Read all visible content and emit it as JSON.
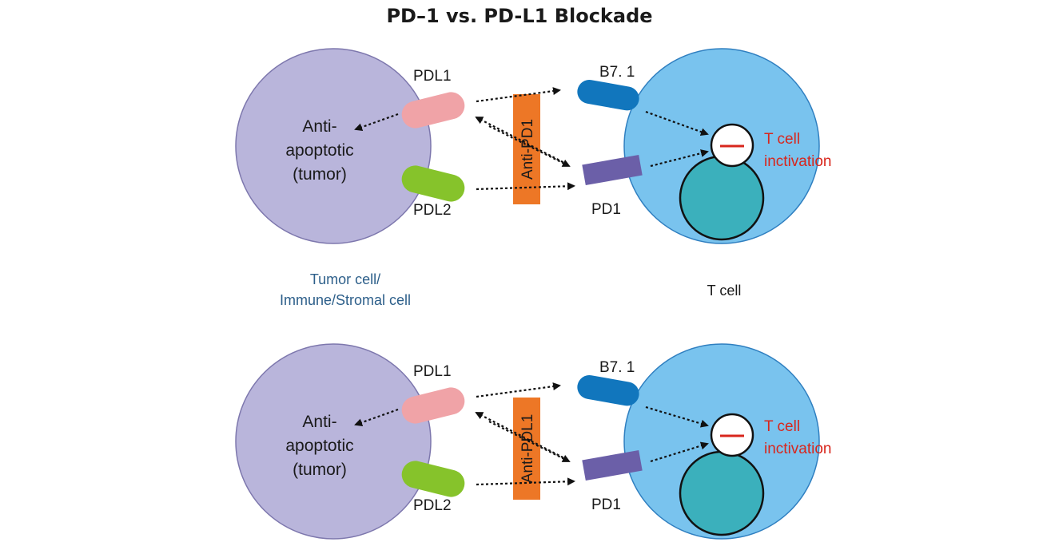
{
  "title": "PD–1  vs. PD-L1 Blockade",
  "colors": {
    "tumor_cell": "#b9b5db",
    "tumor_cell_stroke": "#7d77ad",
    "t_cell": "#79c3ee",
    "t_cell_stroke": "#2f7fc0",
    "nucleus": "#3bb0bc",
    "pdl1": "#f0a3a7",
    "pdl2": "#86c32b",
    "b71": "#1176bd",
    "pd1": "#6b5fa8",
    "drug_box": "#ed7726",
    "inactivation_text": "#d8261c"
  },
  "panels": [
    {
      "tumor_text": [
        "Anti-",
        "apoptotic",
        "(tumor)"
      ],
      "pdl1_label": "PDL1",
      "pdl2_label": "PDL2",
      "b71_label": "B7. 1",
      "pd1_label": "PD1",
      "drug_label": "Anti-PD1",
      "inhibition_text": [
        "T cell",
        "inctivation"
      ]
    },
    {
      "tumor_text": [
        "Anti-",
        "apoptotic",
        "(tumor)"
      ],
      "pdl1_label": "PDL1",
      "pdl2_label": "PDL2",
      "b71_label": "B7. 1",
      "pd1_label": "PD1",
      "drug_label": "Anti-PDL1",
      "inhibition_text": [
        "T cell",
        "inctivation"
      ]
    }
  ],
  "captions": {
    "tumor_cell": [
      "Tumor cell/",
      "Immune/Stromal cell"
    ],
    "t_cell": "T cell"
  }
}
